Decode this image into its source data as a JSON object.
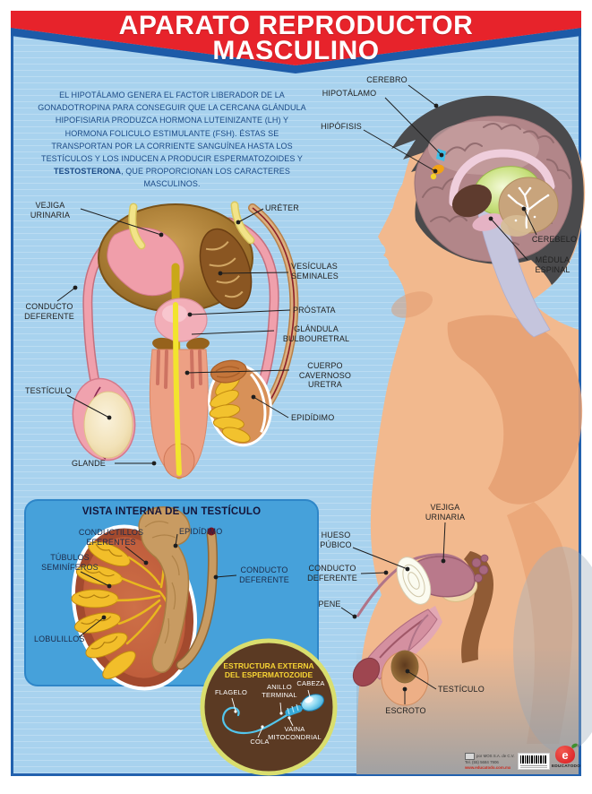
{
  "poster": {
    "title_line1": "APARATO REPRODUCTOR",
    "title_line2": "MASCULINO"
  },
  "intro": {
    "part1": "EL HIPOTÁLAMO GENERA EL FACTOR LIBERADOR DE LA GONADOTROPINA PARA CONSEGUIR QUE LA CERCANA GLÁNDULA HIPOFISIARIA PRODUZCA HORMONA LUTEINIZANTE (LH) Y HORMONA FOLICULO ESTIMULANTE (FSH). ÉSTAS SE TRANSPORTAN POR LA CORRIENTE SANGUÍNEA HASTA LOS TESTÍCULOS Y LOS INDUCEN A PRODUCIR ESPERMATOZOIDES Y ",
    "bold": "TESTOSTERONA",
    "part2": ", QUE PROPORCIONAN LOS CARACTERES MASCULINOS."
  },
  "brain_labels": [
    "CEREBRO",
    "HIPOTÁLAMO",
    "HIPÓFISIS",
    "CEREBELO",
    "MÉDULA ESPINAL"
  ],
  "frontal_labels": [
    "VEJIGA URINARIA",
    "URÉTER",
    "VESÍCULAS SEMINALES",
    "PRÓSTATA",
    "GLÁNDULA BULBOURETRAL",
    "CUERPO CAVERNOSO URETRA",
    "CONDUCTO DEFERENTE",
    "TESTÍCULO",
    "EPIDÍDIMO",
    "GLANDE"
  ],
  "testis_box": {
    "title": "VISTA INTERNA DE UN TESTÍCULO",
    "labels": [
      "CONDUCTILLOS EFERENTES",
      "EPIDÍDIMO",
      "TÚBULOS SEMINÍFEROS",
      "CONDUCTO DEFERENTE",
      "LOBULILLOS"
    ]
  },
  "lateral_labels": [
    "VEJIGA URINARIA",
    "HUESO PÚBICO",
    "CONDUCTO DEFERENTE",
    "PENE",
    "TESTÍCULO",
    "ESCROTO"
  ],
  "sperm_box": {
    "title_line1": "ESTRUCTURA EXTERNA",
    "title_line2": "DEL ESPERMATOZOIDE",
    "labels": [
      "FLAGELO",
      "ANILLO TERMINAL",
      "CABEZA",
      "COLA",
      "VAINA MITOCONDRIAL"
    ]
  },
  "footer": {
    "publisher": "por MOS S.A. de C.V.",
    "phone": "Tel. (55) 5684 7906",
    "website": "www.educatodo.com.mx",
    "brand": "EDUCATODO",
    "logo_letter": "e",
    "registered": "®"
  },
  "colors": {
    "banner_red": "#E7232B",
    "banner_blue": "#1D5BA8",
    "background_blue": "#A8D2EE",
    "panel_blue": "#46A1DA",
    "sperm_circle_brown": "#5B3A23",
    "sperm_ring_green": "#D9DE6E",
    "sperm_title_yellow": "#F7D434",
    "intro_text_blue": "#1B4A86"
  }
}
